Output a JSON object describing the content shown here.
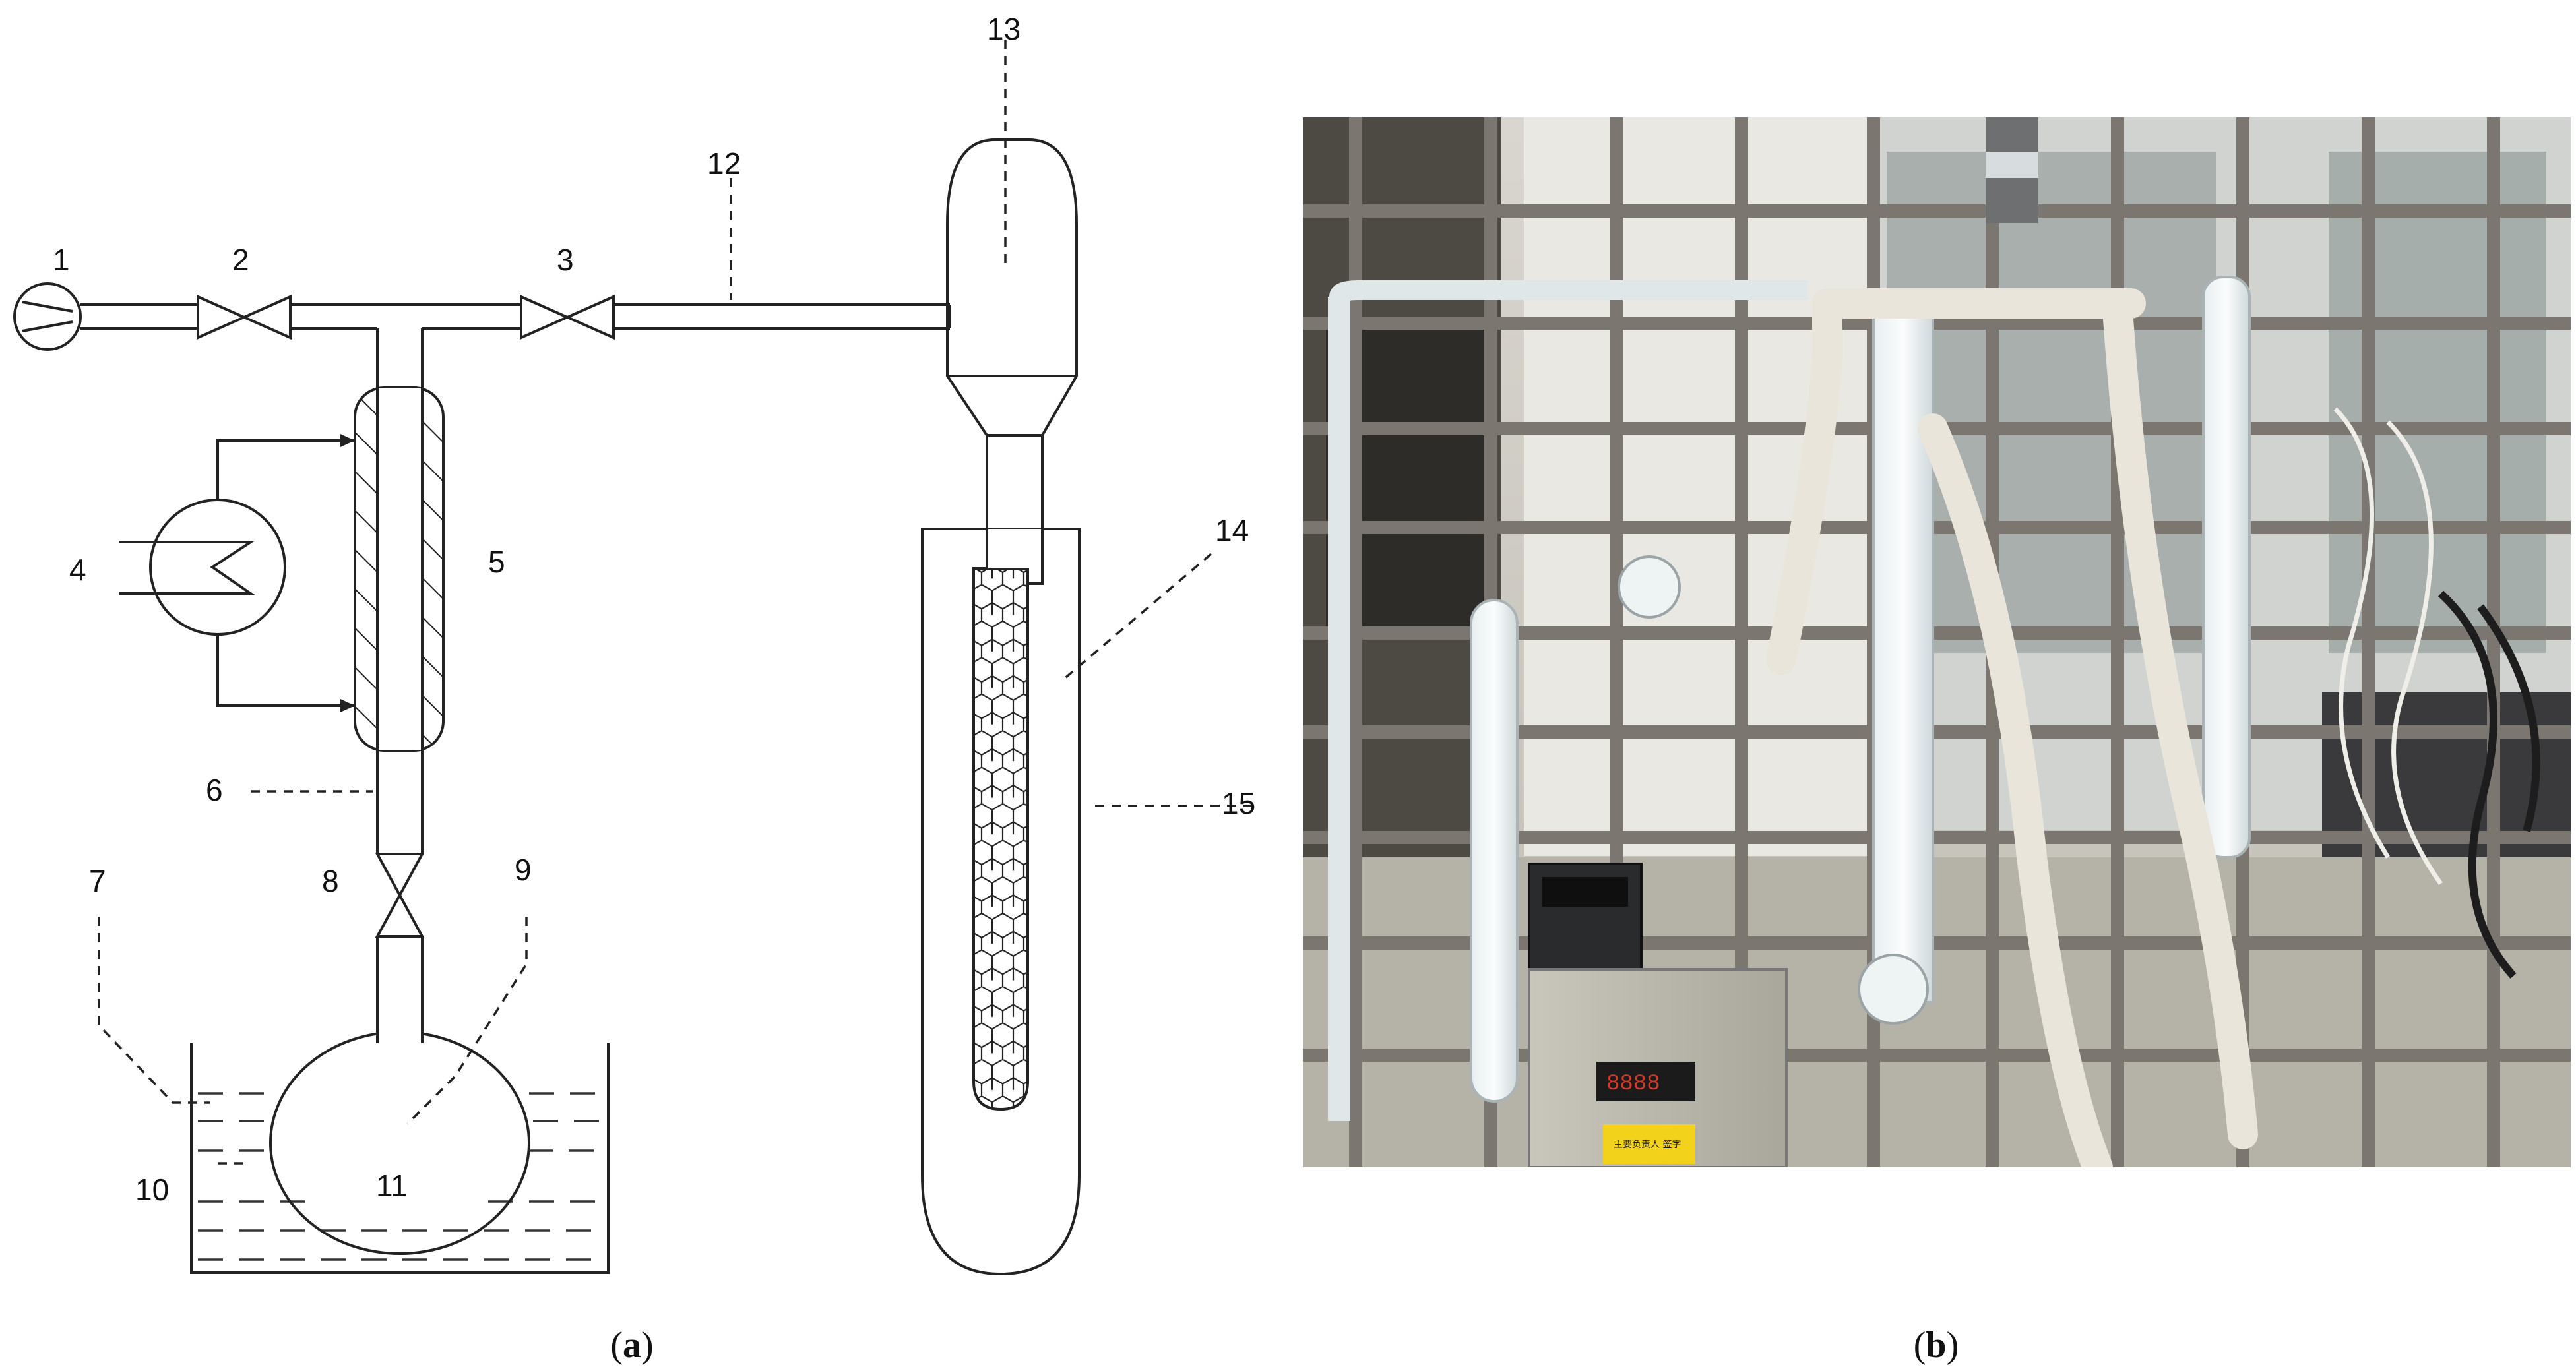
{
  "schematic": {
    "labels": [
      "1",
      "2",
      "3",
      "4",
      "5",
      "6",
      "7",
      "8",
      "9",
      "10",
      "11",
      "12",
      "13",
      "14",
      "15"
    ]
  },
  "photo": {
    "controller_display": "8888",
    "sign_text": "主要负责人 签字"
  },
  "captions": {
    "a": {
      "open": "(",
      "letter": "a",
      "close": ")"
    },
    "b": {
      "open": "(",
      "letter": "b",
      "close": ")"
    }
  }
}
